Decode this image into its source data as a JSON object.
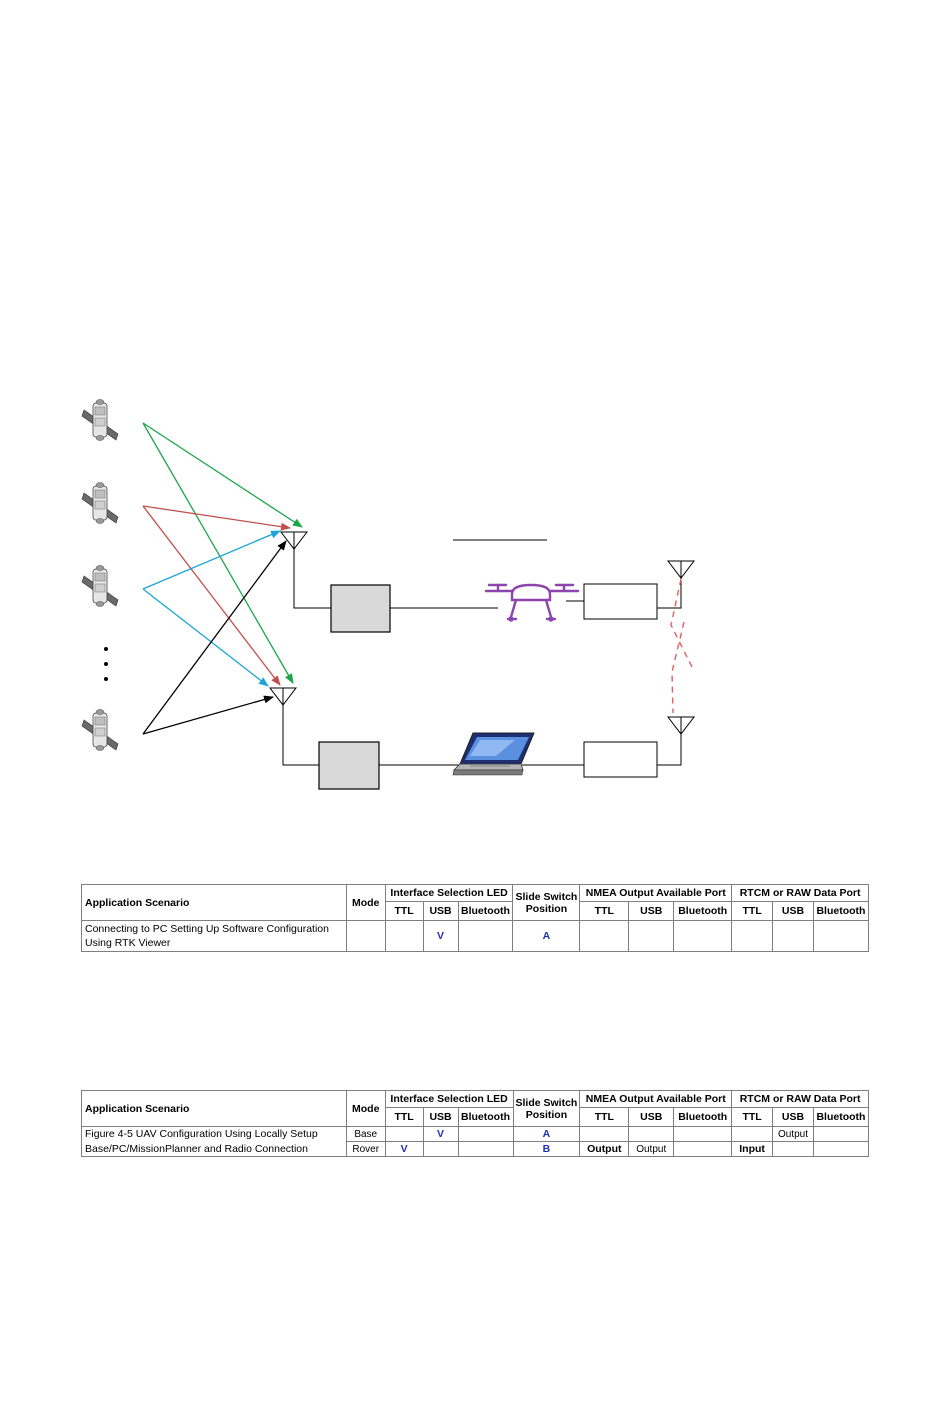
{
  "colors": {
    "green": "#1aa54a",
    "red": "#c0504d",
    "cyan": "#1aa5d6",
    "black": "#000000",
    "dashed_red": "#e06060",
    "drone": "#8e44ad",
    "box_fill": "#d9d9d9",
    "letter_blue": "#1f2fb8"
  },
  "diagram": {
    "icons": [
      "satellite-icon",
      "satellite-icon",
      "satellite-icon",
      "satellite-icon",
      "antenna-icon",
      "drone-icon",
      "laptop-icon"
    ],
    "ellipsis": [
      "•",
      "•",
      "•"
    ]
  },
  "table1": {
    "headers": {
      "scenario": "Application Scenario",
      "mode": "Mode",
      "interface": "Interface Selection LED",
      "slide_switch": "Slide Switch",
      "position": "Position",
      "nmea": "NMEA Output Available Port",
      "rtcm": "RTCM or RAW Data Port"
    },
    "sub": [
      "TTL",
      "USB",
      "Bluetooth",
      "TTL",
      "USB",
      "Bluetooth",
      "TTL",
      "USB",
      "Bluetooth"
    ],
    "row": {
      "scenario": "Connecting to PC Setting Up Software Configuration Using RTK Viewer",
      "mode": "",
      "if_ttl": "",
      "if_usb": "V",
      "if_bt": "",
      "position": "A",
      "nmea_ttl": "",
      "nmea_usb": "",
      "nmea_bt": "",
      "rtcm_ttl": "",
      "rtcm_usb": "",
      "rtcm_bt": ""
    }
  },
  "table2": {
    "headers": {
      "scenario": "Application Scenario",
      "mode": "Mode",
      "interface": "Interface Selection LED",
      "slide_switch": "Slide Switch",
      "position": "Position",
      "nmea": "NMEA Output Available Port",
      "rtcm": "RTCM or RAW Data Port"
    },
    "sub": [
      "TTL",
      "USB",
      "Bluetooth",
      "TTL",
      "USB",
      "Bluetooth",
      "TTL",
      "USB",
      "Bluetooth"
    ],
    "scenario_line1": "Figure 4-5 UAV Configuration Using Locally Setup",
    "scenario_line2": "Base/PC/MissionPlanner and Radio Connection",
    "rows": [
      {
        "mode": "Base",
        "if_ttl": "",
        "if_usb": "V",
        "if_bt": "",
        "position": "A",
        "nmea_ttl": "",
        "nmea_usb": "",
        "nmea_bt": "",
        "rtcm_ttl": "",
        "rtcm_usb": "Output",
        "rtcm_bt": ""
      },
      {
        "mode": "Rover",
        "if_ttl": "V",
        "if_usb": "",
        "if_bt": "",
        "position": "B",
        "nmea_ttl": "Output",
        "nmea_usb": "Output",
        "nmea_bt": "",
        "rtcm_ttl": "Input",
        "rtcm_usb": "",
        "rtcm_bt": ""
      }
    ]
  }
}
